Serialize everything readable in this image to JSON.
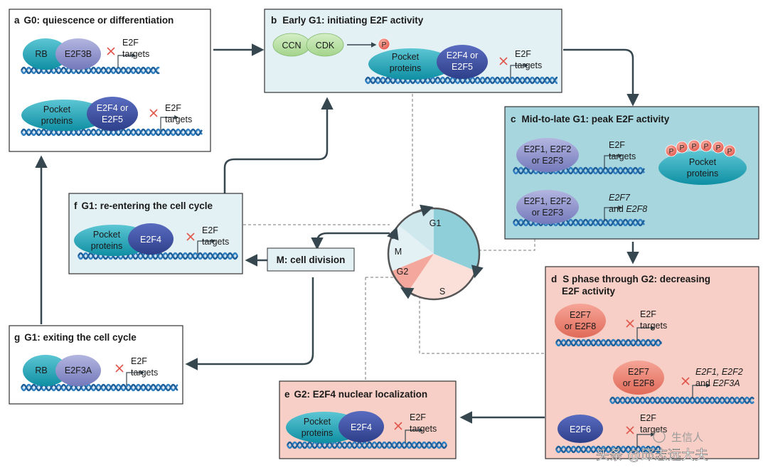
{
  "panels": {
    "a": {
      "letter": "a",
      "title": "G0: quiescence or differentiation",
      "row1": {
        "p1": "RB",
        "p2": "E2F3B",
        "target1": "E2F",
        "target2": "targets"
      },
      "row2": {
        "p1a": "Pocket",
        "p1b": "proteins",
        "p2a": "E2F4 or",
        "p2b": "E2F5",
        "target1": "E2F",
        "target2": "targets"
      }
    },
    "b": {
      "letter": "b",
      "title": "Early G1: initiating E2F activity",
      "ccn": "CCN",
      "cdk": "CDK",
      "phospho": "P",
      "p1a": "Pocket",
      "p1b": "proteins",
      "p2a": "E2F4 or",
      "p2b": "E2F5",
      "target1": "E2F",
      "target2": "targets"
    },
    "c": {
      "letter": "c",
      "title": "Mid-to-late G1: peak E2F activity",
      "row1": {
        "e1": "E2F1, E2F2",
        "e2": "or E2F3",
        "target1": "E2F",
        "target2": "targets"
      },
      "row2": {
        "e1": "E2F1, E2F2",
        "e2": "or E2F3",
        "target1": "E2F7",
        "target2_pre": "and ",
        "target2_it": "E2F8"
      },
      "pocket1": "Pocket",
      "pocket2": "proteins",
      "phospho": "P"
    },
    "d": {
      "letter": "d",
      "title1": "S phase through G2: decreasing",
      "title2": "E2F activity",
      "row1": {
        "e1": "E2F7",
        "e2": "or E2F8",
        "target1": "E2F",
        "target2": "targets"
      },
      "row2": {
        "e1": "E2F7",
        "e2": "or E2F8",
        "target1": "E2F1, E2F2",
        "target2_pre": "and ",
        "target2_it": "E2F3A"
      },
      "row3": {
        "e1": "E2F6",
        "target1": "E2F",
        "target2": "targets"
      }
    },
    "e": {
      "letter": "e",
      "title": "G2: E2F4 nuclear localization",
      "p1a": "Pocket",
      "p1b": "proteins",
      "p2": "E2F4",
      "target1": "E2F",
      "target2": "targets"
    },
    "f": {
      "letter": "f",
      "title": "G1: re-entering the cell cycle",
      "p1a": "Pocket",
      "p1b": "proteins",
      "p2": "E2F4",
      "target1": "E2F",
      "target2": "targets"
    },
    "g": {
      "letter": "g",
      "title": "G1: exiting the cell cycle",
      "p1": "RB",
      "p2": "E2F3A",
      "target1": "E2F",
      "target2": "targets"
    }
  },
  "mbox": {
    "label": "M: cell division"
  },
  "cycle": {
    "g1": "G1",
    "s": "S",
    "g2": "G2",
    "m": "M"
  },
  "watermark": {
    "text": "头条 @邱志远大夫",
    "logo_text": "生信人"
  },
  "colors": {
    "dna": "#2f7fc1",
    "teal": "#1fa3b5",
    "navy": "#3c4f9e",
    "lavender": "#8b90c8",
    "salmon": "#ea7d6e",
    "green": "#b9dfa5"
  }
}
